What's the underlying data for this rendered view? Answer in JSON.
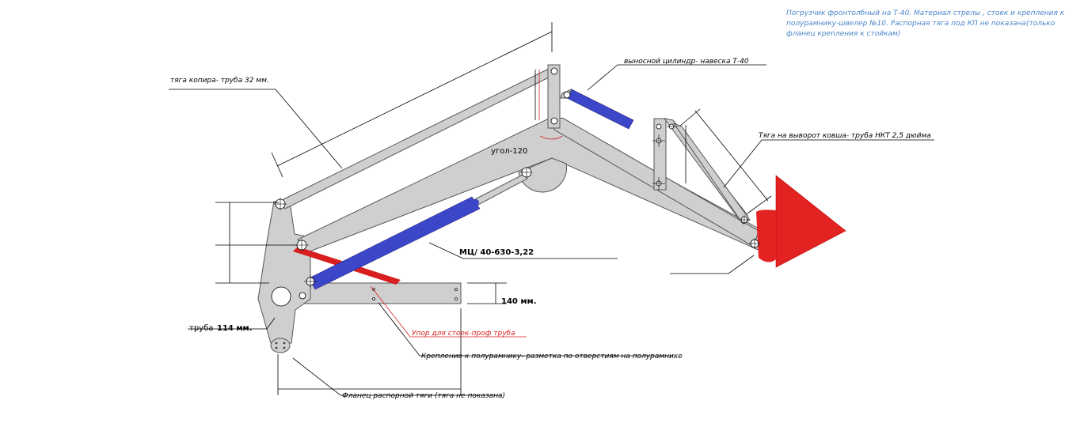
{
  "note": {
    "line1": "Погрузчик фронтолбный на Т-40. Материал стрелы , стоек и крепления к",
    "line2": "полурамнику-швелер №10. Распорная тяга под КП не показана(только",
    "line3": "фланец крепления к стойкам)"
  },
  "labels": {
    "tyaga_kopira": "тяга копира- труба 32 мм.",
    "cylinder_t40": "выносной цилиндр- навеска Т-40",
    "tyaga_kovsha": "Тяга на выворот ковша- труба НКТ 2,5 дюйма",
    "angle": "угол-120",
    "mc": "МЦ/ 40-630-3,22",
    "h140": "140 мм.",
    "truba_prefix": "труба",
    "truba_value": "114 мм.",
    "upor": "Упор для стоек-проф труба",
    "kreplenie": "Крепление к полурамнику- разметка по отверстиям на полурамнике",
    "flanec": "Фланец распорной тяги (тяга не показана)"
  },
  "colors": {
    "cylinder": "#3c46c8",
    "bucket": "#e32222",
    "strut": "#d81e1e",
    "metal": "#cfcfcf",
    "note": "#4a86c8"
  }
}
